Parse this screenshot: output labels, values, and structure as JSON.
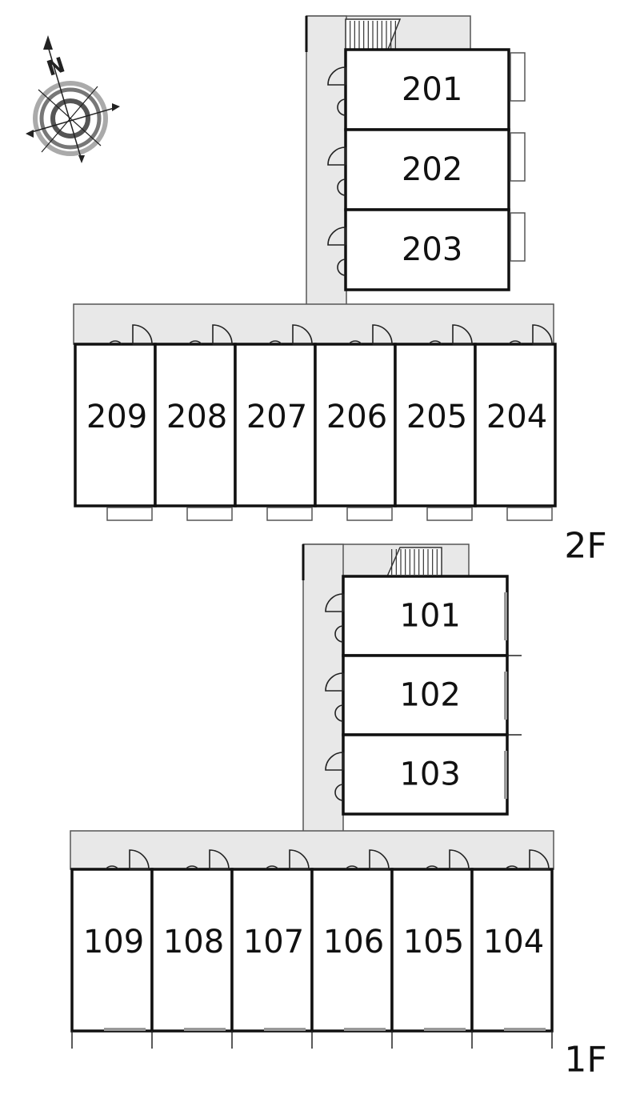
{
  "compass": {
    "label": "N",
    "icon": "north-arrow-compass-icon"
  },
  "floors": [
    {
      "id": "2F",
      "label": "2F",
      "rooms_vertical": [
        "201",
        "202",
        "203"
      ],
      "rooms_horizontal": [
        "209",
        "208",
        "207",
        "206",
        "205",
        "204"
      ]
    },
    {
      "id": "1F",
      "label": "1F",
      "rooms_vertical": [
        "101",
        "102",
        "103"
      ],
      "rooms_horizontal": [
        "109",
        "108",
        "107",
        "106",
        "105",
        "104"
      ]
    }
  ],
  "colors": {
    "corridor": "#e8e8e8",
    "wall": "#111111",
    "window": "#999999"
  }
}
